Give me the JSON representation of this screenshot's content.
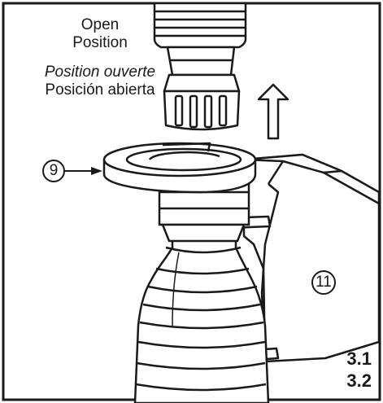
{
  "captions": {
    "line1": "Open",
    "line2": "Position",
    "french": "Position ouverte",
    "spanish": "Posición abierta"
  },
  "callouts": {
    "part_a": "9",
    "part_b": "11"
  },
  "steps": {
    "first": "3.1",
    "second": "3.2"
  },
  "colors": {
    "ink": "#1a1a1a",
    "background": "#ffffff"
  }
}
